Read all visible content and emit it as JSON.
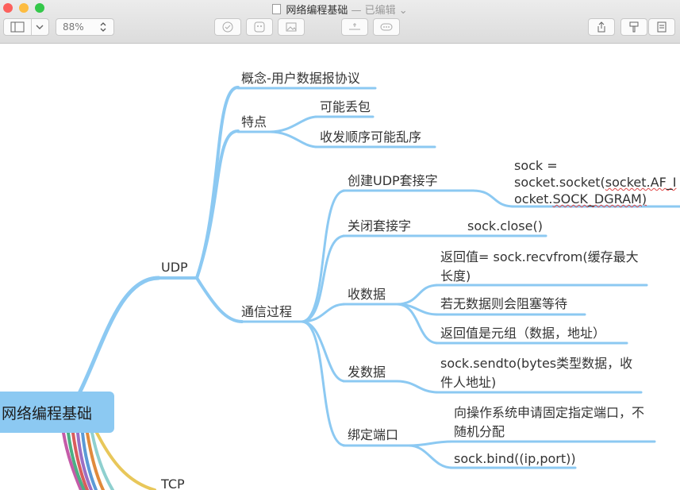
{
  "window": {
    "title": "网络编程基础",
    "edited": "— 已编辑"
  },
  "toolbar": {
    "zoom": "88%",
    "icons": [
      "sidebar-icon",
      "chevron-down-icon",
      "check-icon",
      "sticker-icon",
      "image-icon",
      "insert-topic-icon",
      "more-icon",
      "share-icon",
      "format-icon",
      "notes-icon"
    ]
  },
  "mindmap": {
    "root": "网络编程基础",
    "udp": {
      "label": "UDP",
      "concept": "概念-用户数据报协议",
      "features": {
        "label": "特点",
        "items": [
          "可能丢包",
          "收发顺序可能乱序"
        ]
      },
      "flow": {
        "label": "通信过程",
        "create": {
          "label": "创建UDP套接字",
          "line1": "sock =",
          "line2a": "socket.socket(",
          "line2b": "socket.AF_I",
          "line3a": "ocket.",
          "line3b": "SOCK_DGRAM)"
        },
        "close": {
          "label": "关闭套接字",
          "code": "sock.close()"
        },
        "recv": {
          "label": "收数据",
          "items": [
            "返回值= sock.recvfrom(缓存最大长度)",
            "若无数据则会阻塞等待",
            "返回值是元组（数据，地址）"
          ]
        },
        "send": {
          "label": "发数据",
          "item": "sock.sendto(bytes类型数据，收件人地址)"
        },
        "bind": {
          "label": "绑定端口",
          "items": [
            "向操作系统申请固定指定端口，不随机分配",
            "sock.bind((ip,port))"
          ]
        }
      }
    },
    "tcp": {
      "label": "TCP"
    }
  },
  "colors": {
    "branch": "#8cc9f2",
    "root_fill": "#8cc9f2",
    "extra_branches": [
      "#e8c75a",
      "#8fd0cf",
      "#e08a3c",
      "#5b9ad6",
      "#9b6fc4",
      "#d95c5c",
      "#4caf83",
      "#c45ba8"
    ]
  }
}
